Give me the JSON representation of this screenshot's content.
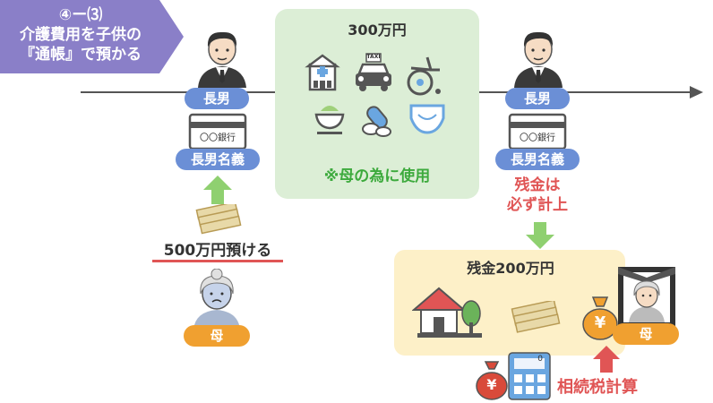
{
  "header": {
    "line1": "④ー⑶",
    "line2": "介護費用を子供の",
    "line3": "『通帳』で預かる"
  },
  "left": {
    "person_label": "長男",
    "bank_text": "〇〇銀行",
    "account_label": "長男名義",
    "deposit_text": "500万円預ける",
    "mother_label": "母"
  },
  "center": {
    "amount": "300万円",
    "taxi_text": "TAXI",
    "usage_text": "※母の為に使用"
  },
  "right": {
    "person_label": "長男",
    "bank_text": "〇〇銀行",
    "account_label": "長男名義",
    "note_line1": "残金は",
    "note_line2": "必ず計上",
    "balance_title": "残金200万円",
    "mother_label": "母",
    "yen_symbol": "¥",
    "calc_display": "0",
    "tax_text": "相続税計算"
  },
  "colors": {
    "blue": "#6b8fd6",
    "orange": "#f0a030",
    "green_text": "#3daa3d",
    "red_text": "#e05555",
    "header": "#8a7fc8"
  }
}
